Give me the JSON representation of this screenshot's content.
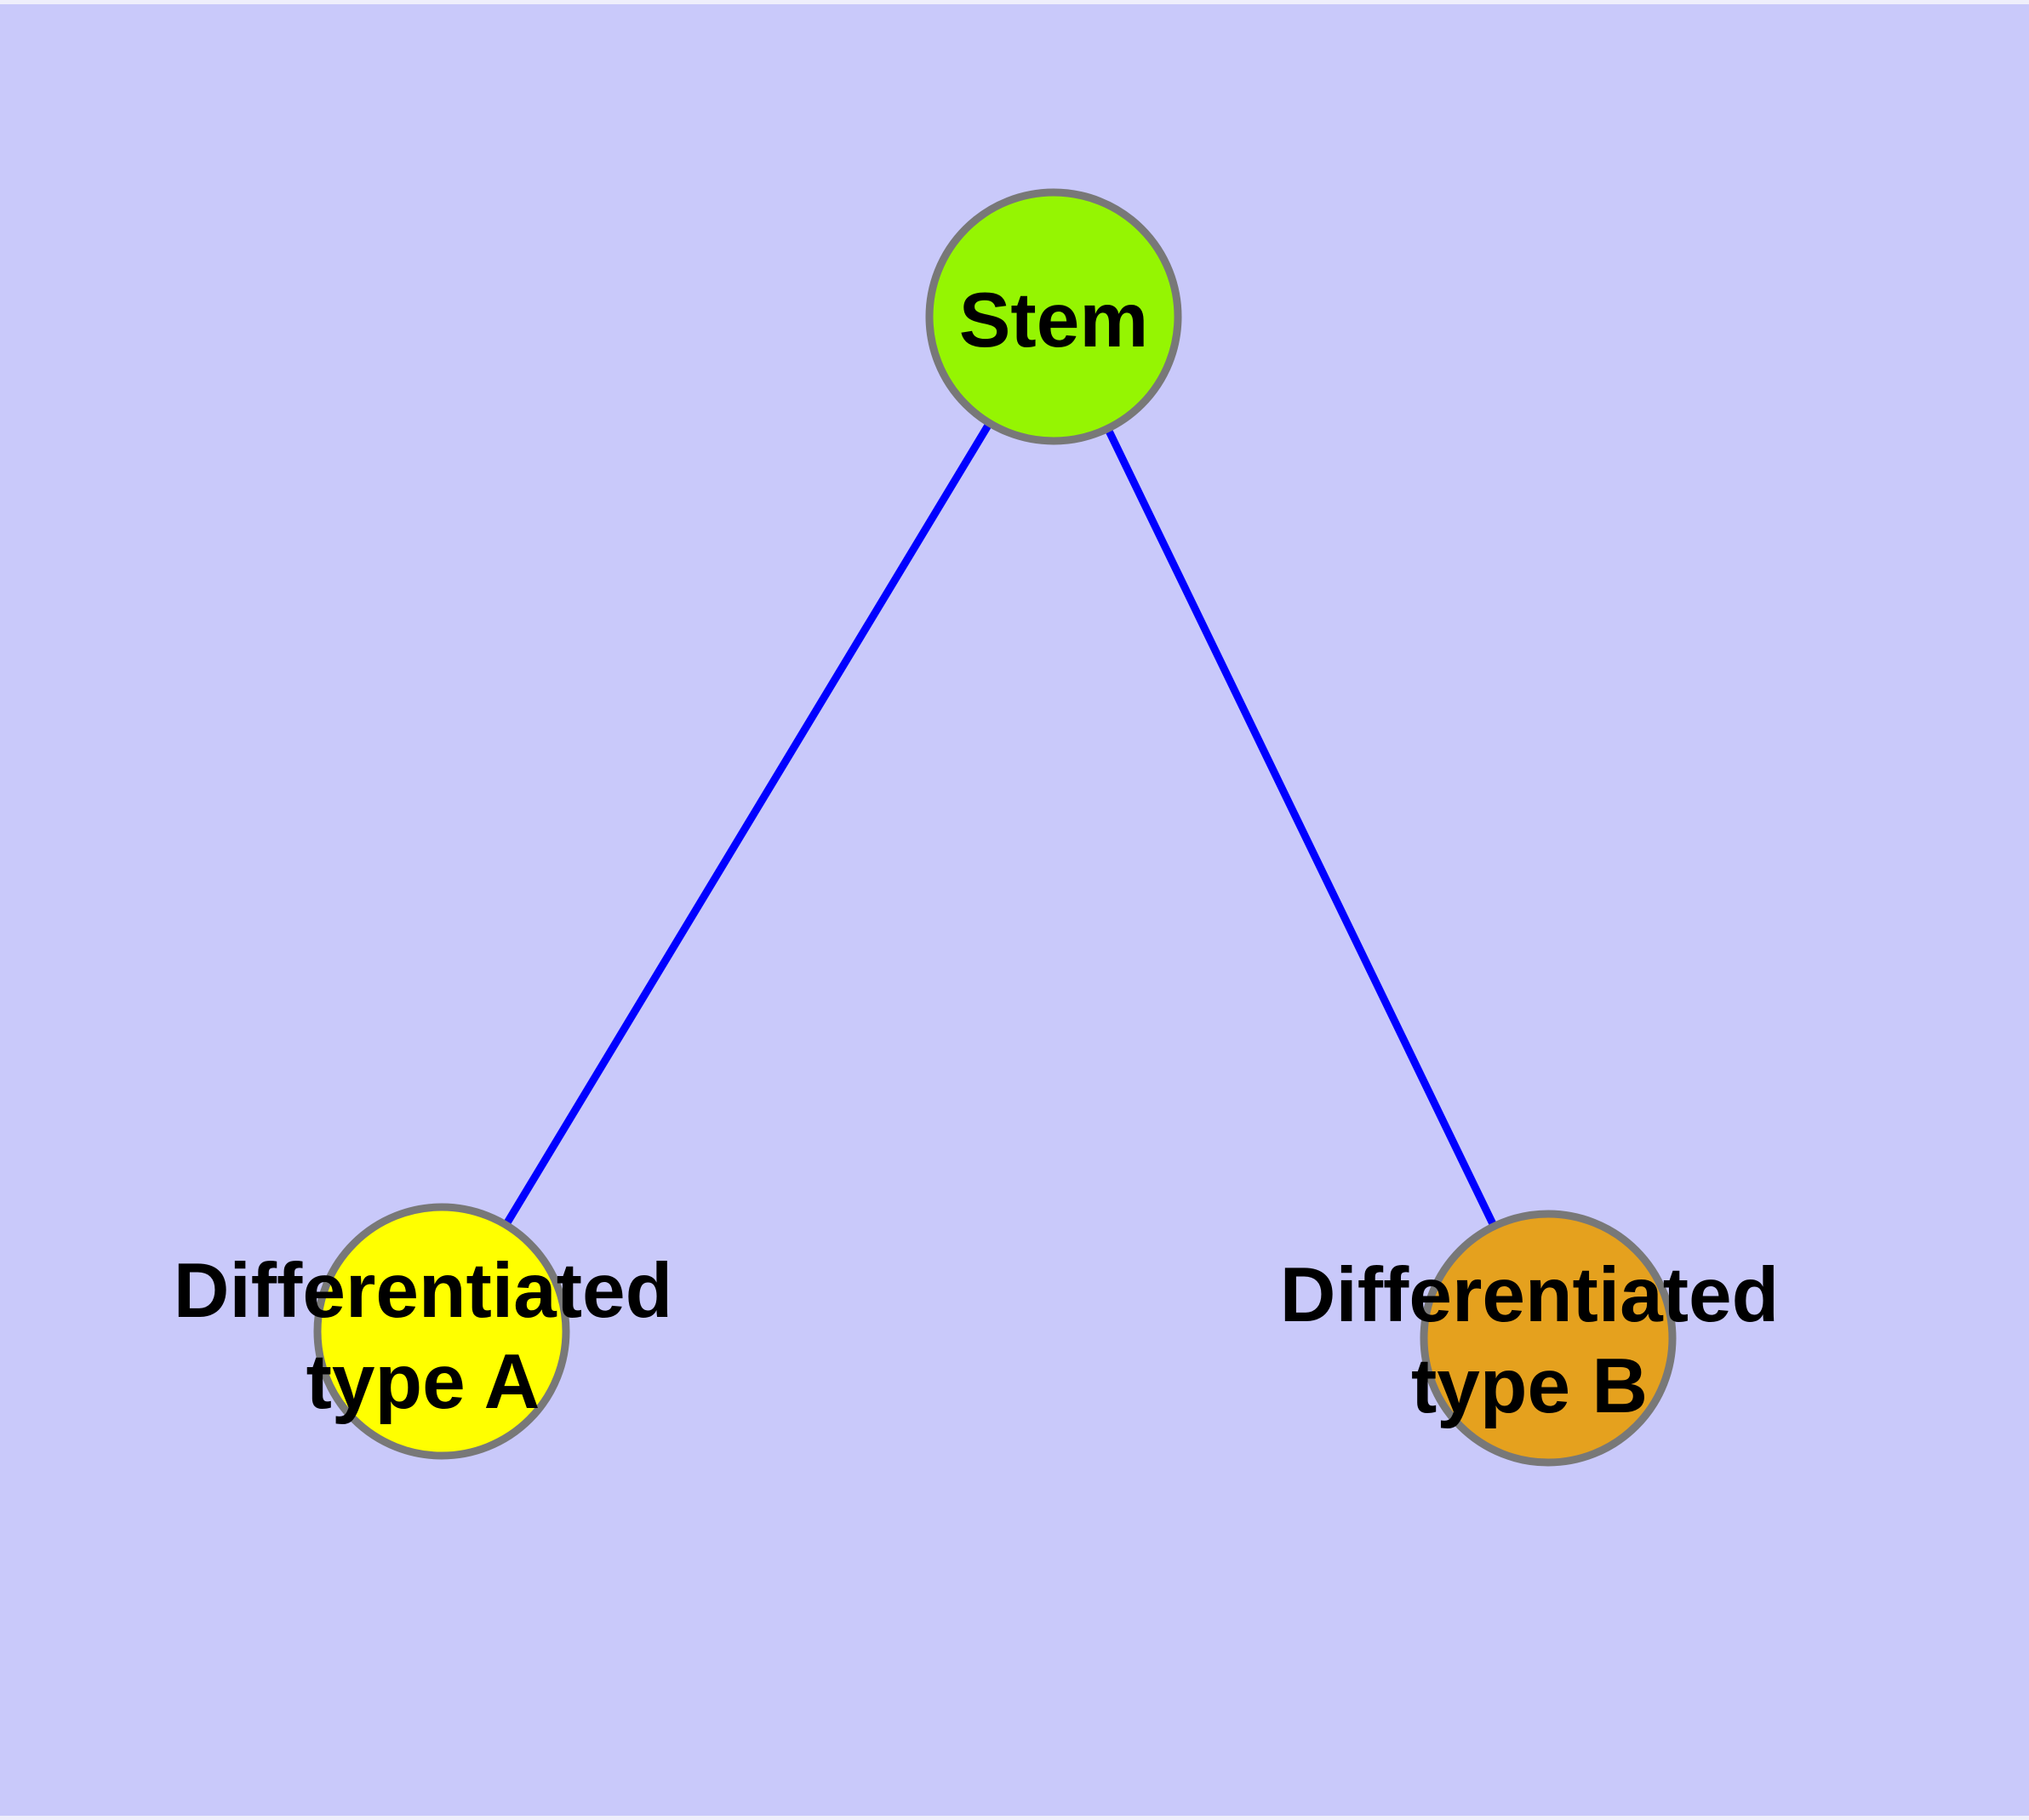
{
  "diagram": {
    "type": "node-link-graph",
    "palette": {
      "background": "#C9C9FA",
      "edge_color": "#0000FF",
      "node_border_color": "#787878",
      "label_color": "#000000"
    },
    "nodes": {
      "stem": {
        "id": "stem",
        "label": "Stem",
        "fill": "#95F502"
      },
      "type_a": {
        "id": "type_a",
        "label_lines": [
          "Differentiated",
          "type A"
        ],
        "label_full": "Differentiated type A",
        "fill": "#FFFF00"
      },
      "type_b": {
        "id": "type_b",
        "label_lines": [
          "Differentiated",
          "type B"
        ],
        "label_full": "Differentiated type B",
        "fill": "#E5A11E"
      }
    },
    "edges": [
      {
        "from": "stem",
        "to": "type_a"
      },
      {
        "from": "stem",
        "to": "type_b"
      }
    ]
  }
}
